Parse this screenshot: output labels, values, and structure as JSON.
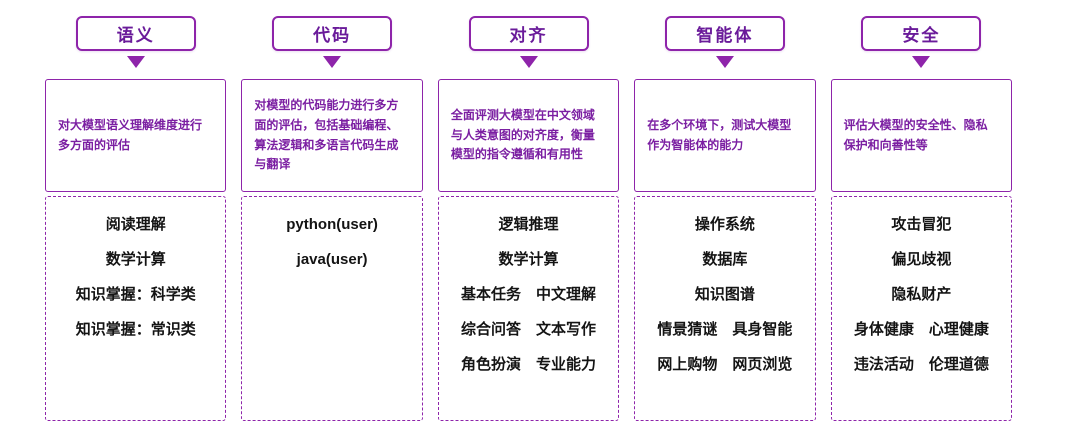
{
  "colors": {
    "accent": "#8E24AA",
    "tab_text": "#6A1B9A",
    "description_text": "#7B1FA2",
    "item_text": "#141414"
  },
  "columns": [
    {
      "tab": "语义",
      "description": "对大模型语义理解维度进行多方面的评估",
      "items": [
        "阅读理解",
        "数学计算",
        "知识掌握：科学类",
        "知识掌握：常识类"
      ]
    },
    {
      "tab": "代码",
      "description": "对模型的代码能力进行多方面的评估，包括基础编程、算法逻辑和多语言代码生成与翻译",
      "items": [
        "python(user)",
        "java(user)"
      ]
    },
    {
      "tab": "对齐",
      "description": "全面评测大模型在中文领域与人类意图的对齐度，衡量模型的指令遵循和有用性",
      "items": [
        "逻辑推理",
        "数学计算",
        "基本任务　中文理解",
        "综合问答　文本写作",
        "角色扮演　专业能力"
      ]
    },
    {
      "tab": "智能体",
      "description": "在多个环境下，测试大模型作为智能体的能力",
      "items": [
        "操作系统",
        "数据库",
        "知识图谱",
        "情景猜谜　具身智能",
        "网上购物　网页浏览"
      ]
    },
    {
      "tab": "安全",
      "description": "评估大模型的安全性、隐私保护和向善性等",
      "items": [
        "攻击冒犯",
        "偏见歧视",
        "隐私财产",
        "身体健康　心理健康",
        "违法活动　伦理道德"
      ]
    }
  ]
}
